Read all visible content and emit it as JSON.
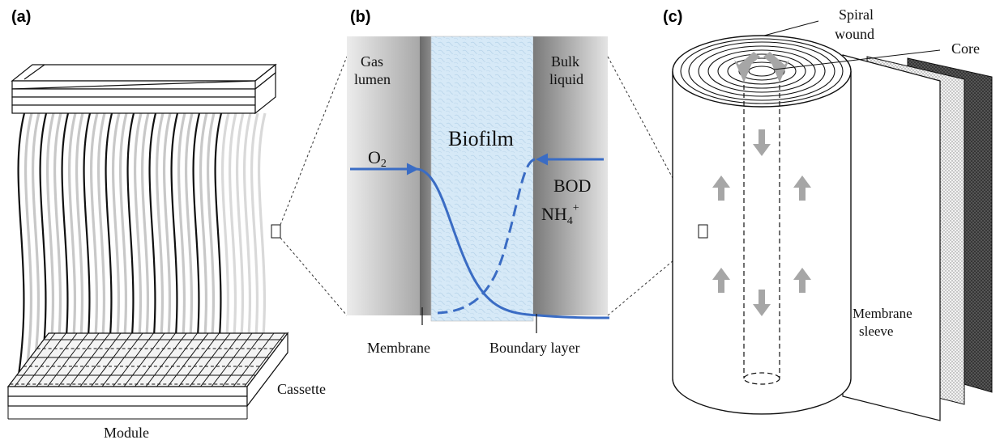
{
  "panels": {
    "a": {
      "label": "(a)",
      "cassette_label": "Cassette",
      "module_label": "Module"
    },
    "b": {
      "label": "(b)",
      "gas_lumen_line1": "Gas",
      "gas_lumen_line2": "lumen",
      "bulk_liquid_line1": "Bulk",
      "bulk_liquid_line2": "liquid",
      "biofilm_label": "Biofilm",
      "o2_label": "O",
      "o2_sub": "2",
      "bod_label": "BOD",
      "nh4_label": "NH",
      "nh4_sub": "4",
      "nh4_sup": "+",
      "membrane_label": "Membrane",
      "boundary_label": "Boundary layer"
    },
    "c": {
      "label": "(c)",
      "spiral_line1": "Spiral",
      "spiral_line2": "wound",
      "core_label": "Core",
      "sleeve_line1": "Membrane",
      "sleeve_line2": "sleeve"
    }
  },
  "colors": {
    "profile_blue": "#3a6cc4",
    "biofilm_fill": "#d6e9f7",
    "arrow_gray": "#a6a6a6"
  }
}
